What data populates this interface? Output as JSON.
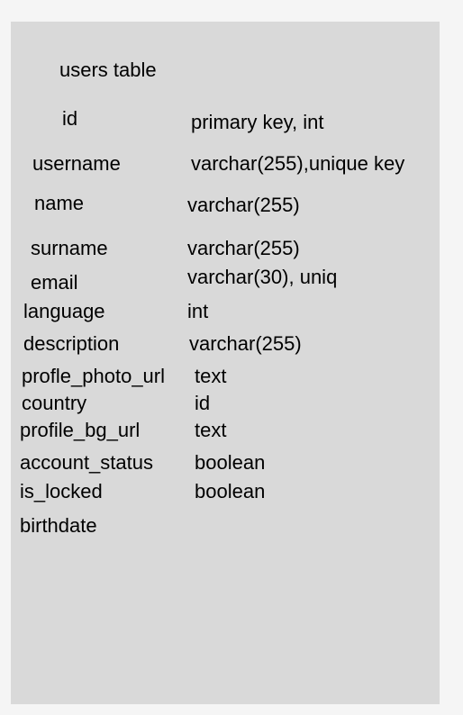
{
  "table": {
    "title": "users table",
    "fields": [
      {
        "name": "id",
        "type": "primary key, int"
      },
      {
        "name": "username",
        "type": "varchar(255),unique key"
      },
      {
        "name": "name",
        "type": "varchar(255)"
      },
      {
        "name": "surname",
        "type": "varchar(255)"
      },
      {
        "name": "email",
        "type": "varchar(30), uniq"
      },
      {
        "name": "language",
        "type": "int"
      },
      {
        "name": "description",
        "type": "varchar(255)"
      },
      {
        "name": "profle_photo_url",
        "type": "text"
      },
      {
        "name": "country",
        "type": "id"
      },
      {
        "name": "profile_bg_url",
        "type": "text"
      },
      {
        "name": "account_status",
        "type": "boolean"
      },
      {
        "name": "is_locked",
        "type": "boolean"
      },
      {
        "name": "birthdate",
        "type": ""
      }
    ]
  }
}
